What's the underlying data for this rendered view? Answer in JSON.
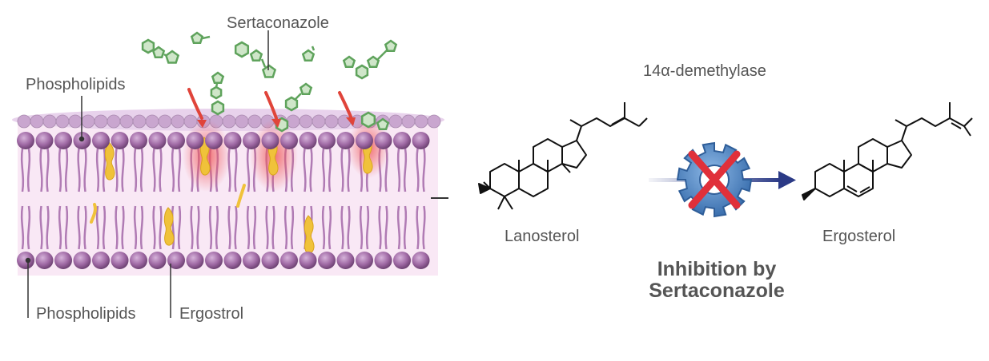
{
  "labels": {
    "sertaconazole": "Sertaconazole",
    "phospholipids_top": "Phospholipids",
    "phospholipids_bottom": "Phospholipids",
    "ergostrol": "Ergostrol",
    "enzyme": "14α-demethylase",
    "lanosterol": "Lanosterol",
    "ergosterol": "Ergosterol",
    "inhibition_line1": "Inhibition by",
    "inhibition_line2": "Sertaconazole"
  },
  "colors": {
    "lipid_head": "#a06aa5",
    "lipid_head_dark": "#7a4b80",
    "lipid_tail": "#b07bb4",
    "membrane_fill": "#f7e3f3",
    "sterol": "#f0c23a",
    "sterol_glow": "#f05a5a",
    "drug_molecule": "#5fa35c",
    "arrow_red": "#e0443a",
    "gear": "#4f86c6",
    "cross": "#e0303a",
    "reaction_arrow": "#2b3a86",
    "text": "#555555"
  },
  "icons": {
    "enzyme": "gear-icon",
    "blocked": "cross-icon"
  }
}
